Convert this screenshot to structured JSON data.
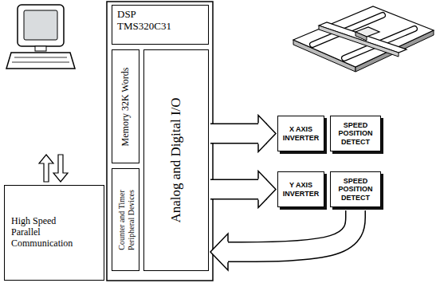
{
  "diagram": {
    "nodes": [
      {
        "text": [
          "DSP TMS320C31"
        ]
      },
      {
        "text": [
          "Memory 32K Words"
        ]
      },
      {
        "text": [
          "Analog and Digital I/O"
        ]
      },
      {
        "text": [
          "Counter and Timer Peripheral Devices"
        ]
      },
      {
        "text": [
          "High Speed Parallel Communication"
        ]
      },
      {
        "text": [
          "X AXIS INVERTER"
        ]
      },
      {
        "text": [
          "SPEED POSITION DETECT"
        ]
      },
      {
        "text": [
          "Y AXIS INVERTER"
        ]
      },
      {
        "text": [
          "SPEED POSITION DETECT"
        ]
      }
    ],
    "edges": [
      {
        "from": 2,
        "to": 5,
        "arrow": "to"
      },
      {
        "from": 2,
        "to": 7,
        "arrow": "to"
      },
      {
        "from": 8,
        "to": 2,
        "arrow": "to"
      }
    ]
  }
}
